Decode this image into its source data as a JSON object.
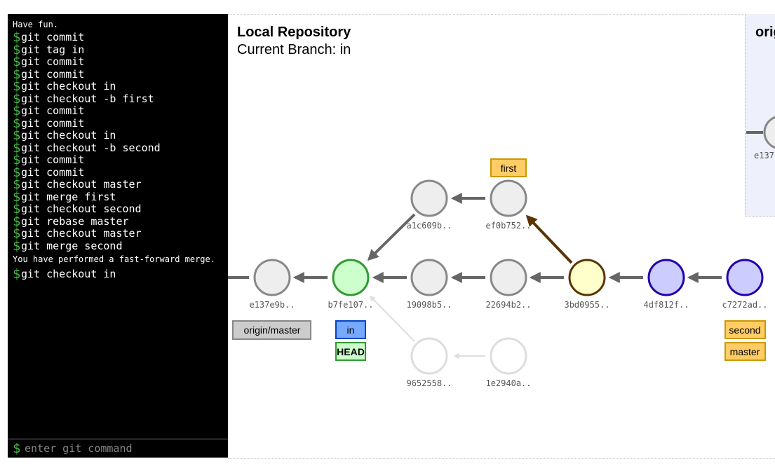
{
  "terminal": {
    "intro": "Have fun.",
    "prompt_symbol": "$",
    "history": [
      "git commit",
      "git tag in",
      "git commit",
      "git commit",
      "git checkout in",
      "git checkout -b first",
      "git commit",
      "git commit",
      "git checkout in",
      "git checkout -b second",
      "git commit",
      "git commit",
      "git checkout master",
      "git merge first",
      "git checkout second",
      "git rebase master",
      "git checkout master",
      "git merge second"
    ],
    "message": "You have performed a fast-forward merge.",
    "last_command": "git checkout in",
    "input_placeholder": "enter git command"
  },
  "local": {
    "title": "Local Repository",
    "current_branch": "Current Branch: in"
  },
  "origin": {
    "title": "origin",
    "commit_label": "e137"
  },
  "commits": {
    "e137": "e137e9b..",
    "b7fe": "b7fe107..",
    "1909": "19098b5..",
    "2269": "22694b2..",
    "3bd0": "3bd0955..",
    "4df8": "4df812f..",
    "c727": "c7272ad..",
    "a1c6": "a1c609b..",
    "ef0b": "ef0b752..",
    "9652": "9652558..",
    "1e29": "1e2940a.."
  },
  "tags": {
    "first": "first",
    "origin_master": "origin/master",
    "in": "in",
    "head": "HEAD",
    "second": "second",
    "master": "master"
  },
  "colors": {
    "terminal_bg": "#000000",
    "prompt": "#49b649",
    "commit_default": "#eeeeee",
    "commit_head": "#ccffcc",
    "commit_merge": "#ffffcc",
    "commit_rebased": "#ccccff",
    "branch_tag": "#ffcc66",
    "head_tag": "#ccffcc",
    "current_branch_tag": "#77aaff",
    "remote_tag": "#cccccc"
  }
}
